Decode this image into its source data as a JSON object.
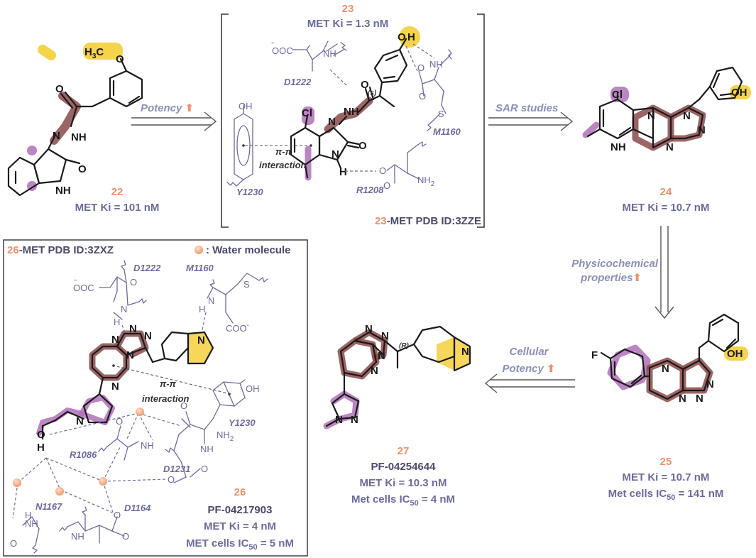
{
  "compounds": {
    "c22": {
      "number": "22",
      "line1": "MET Ki = 101 nM"
    },
    "c23": {
      "number": "23",
      "line1": "MET Ki = 1.3 nM",
      "complex_suffix": "-MET PDB ID:3ZZE"
    },
    "c24": {
      "number": "24",
      "line1": "MET Ki = 10.7 nM"
    },
    "c25": {
      "number": "25",
      "line1": "MET Ki = 10.7 nM",
      "line2": "Met cells IC",
      "line2_sub": "50",
      "line2_tail": " = 141 nM"
    },
    "c26": {
      "number": "26",
      "code": "PF-04217903",
      "line1": "MET Ki = 4 nM",
      "line2": "MET cells IC",
      "line2_sub": "50",
      "line2_tail": " = 5 nM",
      "complex_suffix": "-MET PDB ID:3ZXZ",
      "legend": ": Water molecule"
    },
    "c27": {
      "number": "27",
      "code": "PF-04254644",
      "line1": "MET Ki = 10.3 nM",
      "line2": "Met cells IC",
      "line2_sub": "50",
      "line2_tail": " = 4 nM"
    }
  },
  "steps": {
    "potency": "Potency",
    "sar": "SAR studies",
    "physchem_1": "Physicochemical",
    "physchem_2": "properties",
    "cellular_1": "Cellular",
    "cellular_2": "Potency",
    "up_arrow": "⬆"
  },
  "residues": {
    "d1222": "D1222",
    "m1160": "M1160",
    "y1230": "Y1230",
    "r1208": "R1208",
    "r1086": "R1086",
    "d1231": "D1231",
    "n1167": "N1167",
    "d1164": "D1164"
  },
  "interaction": {
    "pi": "π-π",
    "word": "interaction"
  },
  "atoms": {
    "h3c": "H",
    "h3c_sub": "3",
    "c": "C",
    "o": "O",
    "n": "N",
    "nh": "NH",
    "h": "H",
    "cl": "Cl",
    "f": "F",
    "oh": "OH",
    "s": "S",
    "s_label": "(s)",
    "r_label": "(R)",
    "ooc": "OOC",
    "coo": "COO",
    "nh2": "NH",
    "nh2_sub": "2",
    "ho": "HO",
    "minus": "-"
  },
  "colors": {
    "maroon": "#8b4a4a",
    "purple": "#b070b8",
    "yellow": "#f5d34a",
    "protein": "#6b6a9c",
    "orange": "#f0906a",
    "water": "#f4b08a"
  }
}
